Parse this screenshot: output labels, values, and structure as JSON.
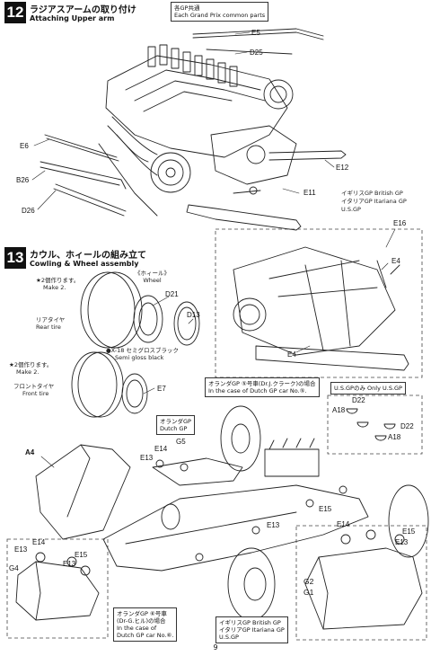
{
  "step12": {
    "number": "12",
    "title_jp": "ラジアスアームの取り付け",
    "title_en": "Attaching Upper arm",
    "note_jp": "各GP共通",
    "note_en": "Each Grand Prix common parts",
    "parts": {
      "e5": "E5",
      "d25": "D25",
      "e6": "E6",
      "b26": "B26",
      "d26": "D26",
      "e11": "E11",
      "e12": "E12"
    },
    "british_box": {
      "l1": "イギリスGP  British GP",
      "l2": "イタリアGP  Itariana GP",
      "l3": "U.S.GP"
    }
  },
  "step13": {
    "number": "13",
    "title_jp": "カウル、ホィールの組み立て",
    "title_en": "Cowling & Wheel assembly",
    "wheel_jp": "《ホィール》",
    "wheel_en": "Wheel",
    "make2a_jp": "★2個作ります。",
    "make2a_en": "Make 2.",
    "rear_jp": "リアタイヤ",
    "rear_en": "Rear tire",
    "make2b_jp": "★2個作ります。",
    "make2b_en": "Make 2.",
    "front_jp": "フロントタイヤ",
    "front_en": "Front tire",
    "paint_jp": "●X-18 セミグロスブラック",
    "paint_en": "Semi gloss black",
    "dutch_box": {
      "l1": "オランダGP ⑤号車(Dr.J.クラーク)の場合",
      "l2": "In the case of Dutch GP car No.⑤."
    },
    "dutch_label": {
      "l1": "オランダGP",
      "l2": "Dutch GP"
    },
    "usgp_box": "U.S.GPのみ  Only U.S.GP",
    "dutch_box2": {
      "l1": "オランダGP ⑥号車",
      "l2": "(Dr-G.ヒル)の場合",
      "l3": "In the case of",
      "l4": "Dutch GP car No.⑥."
    },
    "british_box2": {
      "l1": "イギリスGP  British GP",
      "l2": "イタリアGP  Itariana GP",
      "l3": "U.S.GP"
    },
    "parts": {
      "d21": "D21",
      "d13": "D13",
      "e7": "E7",
      "a4": "A4",
      "e16": "E16",
      "e4a": "E4",
      "e4b": "E4",
      "d22a": "D22",
      "a18a": "A18",
      "d22b": "D22",
      "a18b": "A18",
      "e14a": "E14",
      "g5": "G5",
      "e13a": "E13",
      "e15a": "E15",
      "e13b": "E13",
      "e14b": "E14",
      "e13c": "E13",
      "e15b": "E15",
      "e13d": "E13",
      "g4": "G4",
      "e14c": "E14",
      "e15c": "E15",
      "e13e": "E13",
      "g2": "G2",
      "g1": "G1"
    }
  },
  "page_number": "9"
}
